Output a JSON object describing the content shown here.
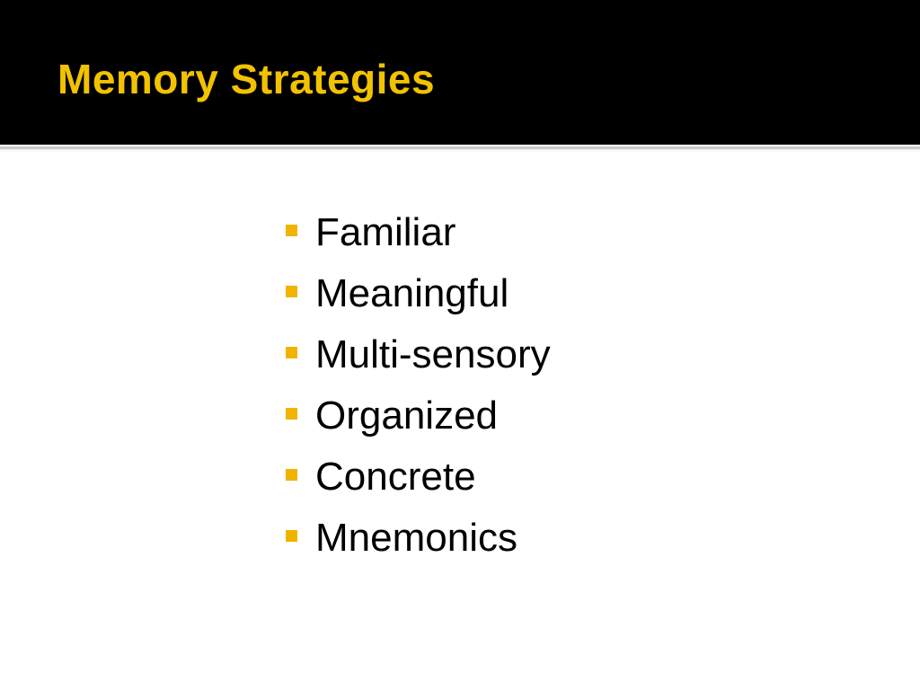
{
  "slide": {
    "title": "Memory Strategies",
    "title_color": "#f2c200",
    "accent_color": "#f0b400",
    "header_background": "#000000",
    "bullet_marker_icon": "square-bullet-icon",
    "bullets": [
      {
        "text": "Familiar"
      },
      {
        "text": "Meaningful"
      },
      {
        "text": "Multi-sensory"
      },
      {
        "text": "Organized"
      },
      {
        "text": "Concrete"
      },
      {
        "text": "Mnemonics"
      }
    ]
  }
}
